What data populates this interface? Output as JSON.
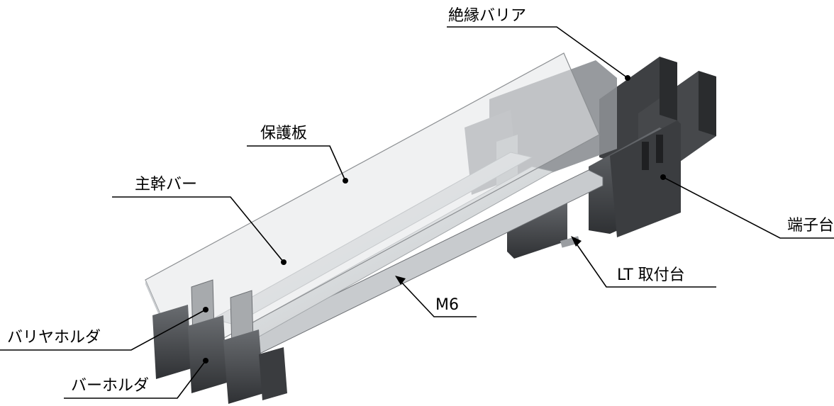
{
  "labels": {
    "insulation_barrier": "絶縁バリア",
    "protective_plate": "保護板",
    "main_bus_bar": "主幹バー",
    "terminal_block": "端子台",
    "lt_mount": "LT 取付台",
    "bolt_m6": "M6",
    "barrier_holder": "バリヤホルダ",
    "bar_holder": "バーホルダ"
  },
  "colors": {
    "plate_fill": "#e6e8ea",
    "bar_fill": "#d9dcde",
    "dark_part": "#4a4c4f",
    "mid_part": "#8a8d91",
    "leader": "#000000"
  }
}
